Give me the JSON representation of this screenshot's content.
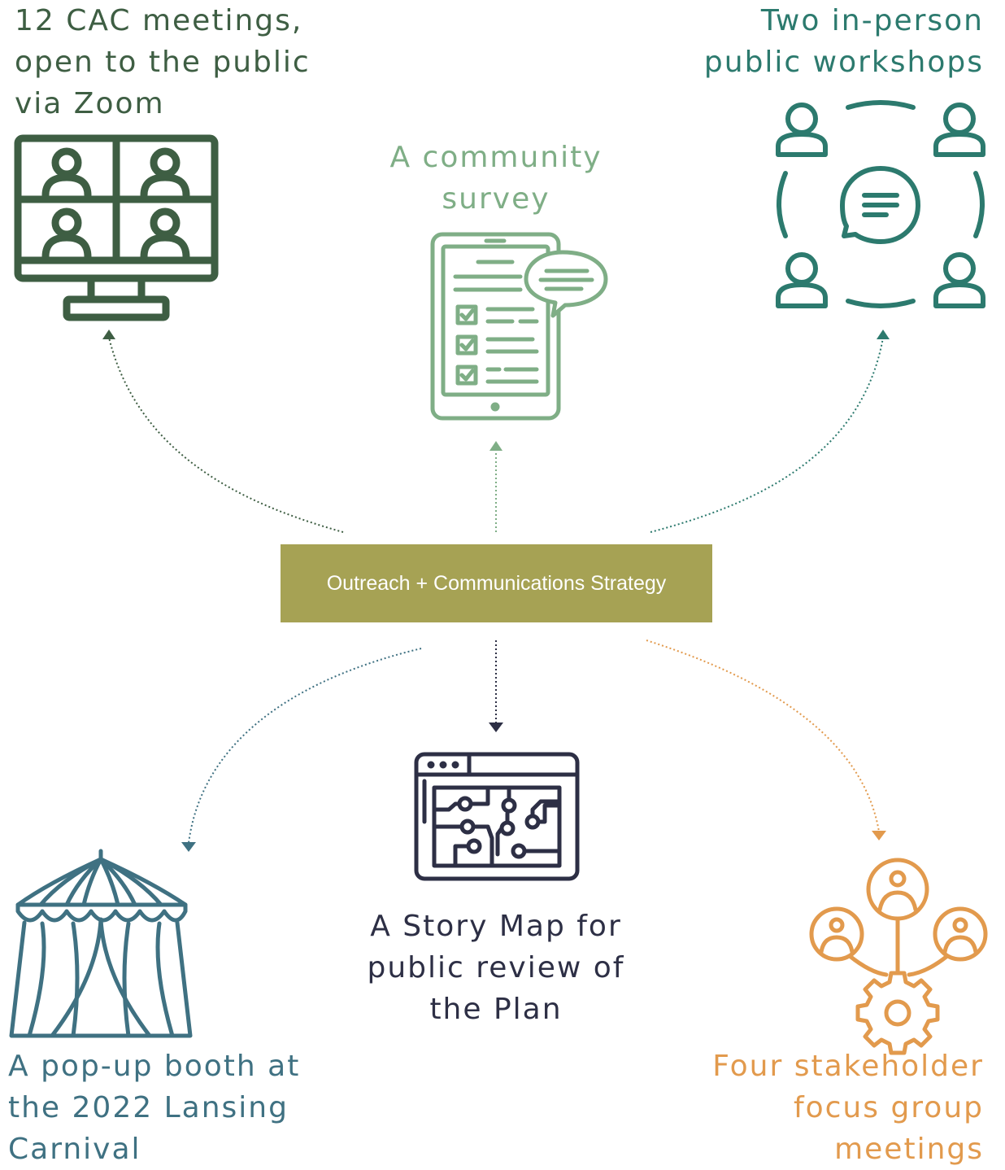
{
  "center": {
    "label": "Outreach + Communications Strategy",
    "color": "#a6a254"
  },
  "nodes": {
    "cac_meetings": {
      "text": "12 CAC meetings,\nopen to the public\nvia Zoom",
      "icon": "zoom-monitor-icon",
      "color": "#3e5e43"
    },
    "survey": {
      "text": "A community\nsurvey",
      "icon": "tablet-survey-icon",
      "color": "#7fae86"
    },
    "workshops": {
      "text": "Two in-person\npublic workshops",
      "icon": "workshop-group-icon",
      "color": "#2c7a6e"
    },
    "booth": {
      "text": "A pop-up booth at\nthe 2022 Lansing\nCarnival",
      "icon": "carnival-tent-icon",
      "color": "#3f7182"
    },
    "story_map": {
      "text": "A Story Map for\npublic review of\nthe Plan",
      "icon": "web-map-icon",
      "color": "#2d2f45"
    },
    "focus_groups": {
      "text": "Four stakeholder\nfocus group\nmeetings",
      "icon": "stakeholder-network-icon",
      "color": "#e29a4d"
    }
  }
}
